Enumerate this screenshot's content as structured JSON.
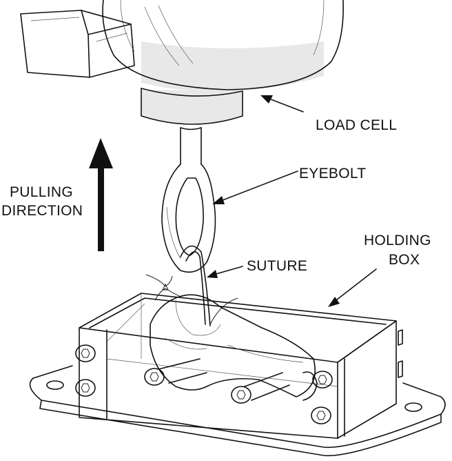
{
  "labels": {
    "load_cell": "LOAD CELL",
    "eyebolt": "EYEBOLT",
    "pulling_line1": "PULLING",
    "pulling_line2": "DIRECTION",
    "holding_line1": "HOLDING",
    "holding_line2": "BOX",
    "suture": "SUTURE"
  }
}
